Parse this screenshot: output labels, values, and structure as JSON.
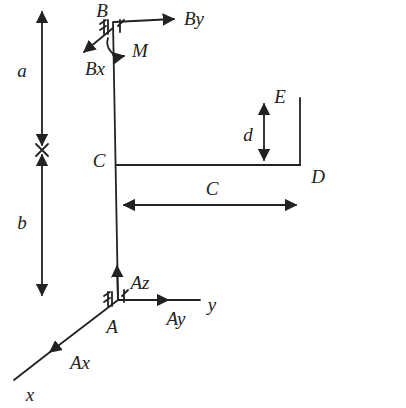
{
  "diagram": {
    "labels": [
      "B",
      "By",
      "a",
      "M",
      "Bx",
      "E",
      "C",
      "d",
      "D",
      "C",
      "b",
      "Az",
      "Ay",
      "y",
      "A",
      "Ax",
      "x"
    ]
  }
}
